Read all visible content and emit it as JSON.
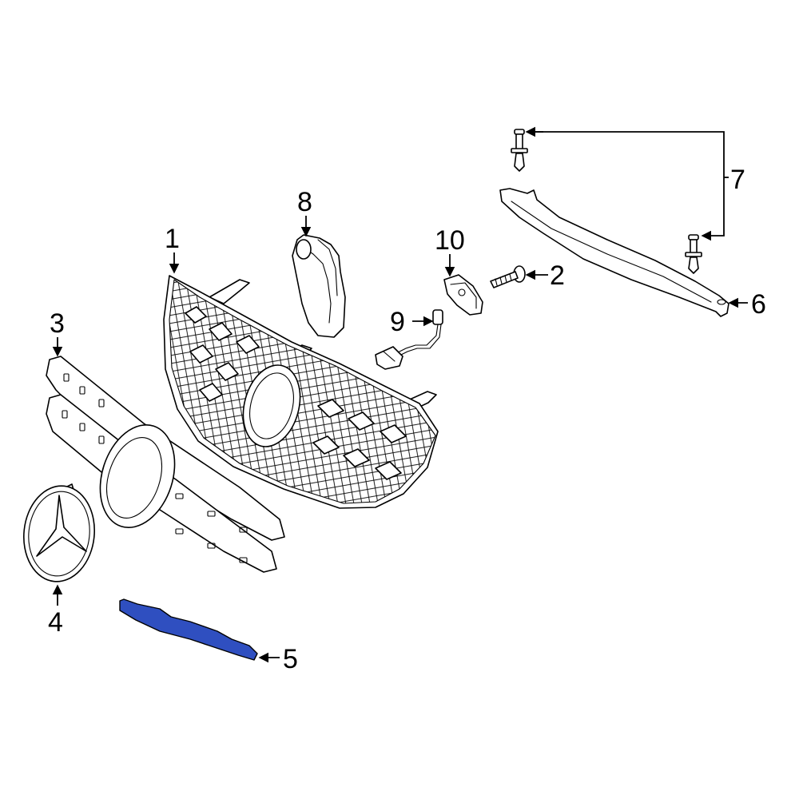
{
  "diagram": {
    "highlight_color": "#2f4fc0",
    "line_color": "#000000",
    "background": "#ffffff",
    "callouts": [
      {
        "id": "1",
        "label": "1"
      },
      {
        "id": "2",
        "label": "2"
      },
      {
        "id": "3",
        "label": "3"
      },
      {
        "id": "4",
        "label": "4"
      },
      {
        "id": "5",
        "label": "5"
      },
      {
        "id": "6",
        "label": "6"
      },
      {
        "id": "7",
        "label": "7"
      },
      {
        "id": "8",
        "label": "8"
      },
      {
        "id": "9",
        "label": "9"
      },
      {
        "id": "10",
        "label": "10"
      }
    ]
  }
}
